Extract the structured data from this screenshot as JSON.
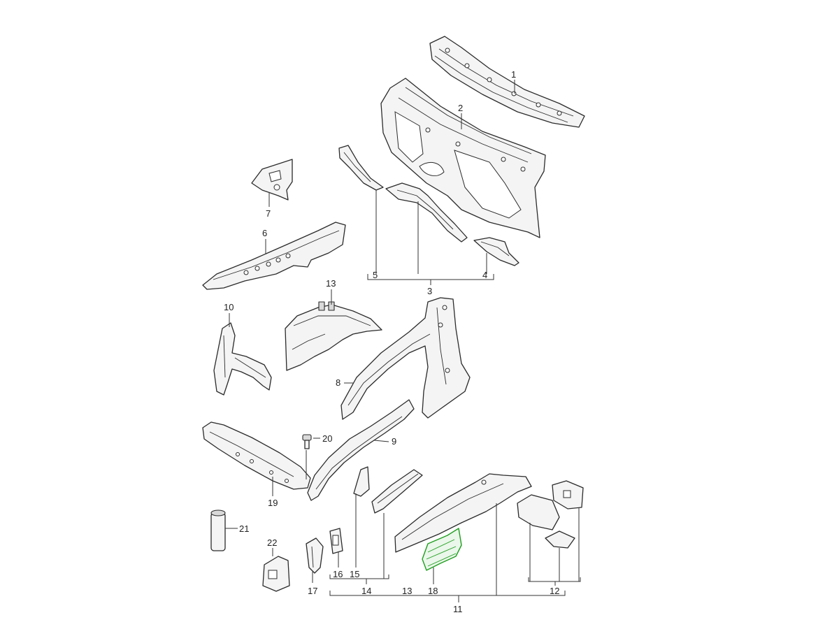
{
  "diagram": {
    "highlight_color": "#1f9e1f",
    "line_color": "#2b2b2b",
    "callouts": {
      "c1": "1",
      "c2": "2",
      "c3": "3",
      "c4": "4",
      "c5": "5",
      "c6": "6",
      "c7": "7",
      "c8": "8",
      "c9": "9",
      "c10": "10",
      "c11": "11",
      "c12": "12",
      "c13a": "13",
      "c13b": "13",
      "c14": "14",
      "c15": "15",
      "c16": "16",
      "c17": "17",
      "c18": "18",
      "c19": "19",
      "c20": "20",
      "c21": "21",
      "c22": "22"
    },
    "highlighted_part": "18"
  }
}
